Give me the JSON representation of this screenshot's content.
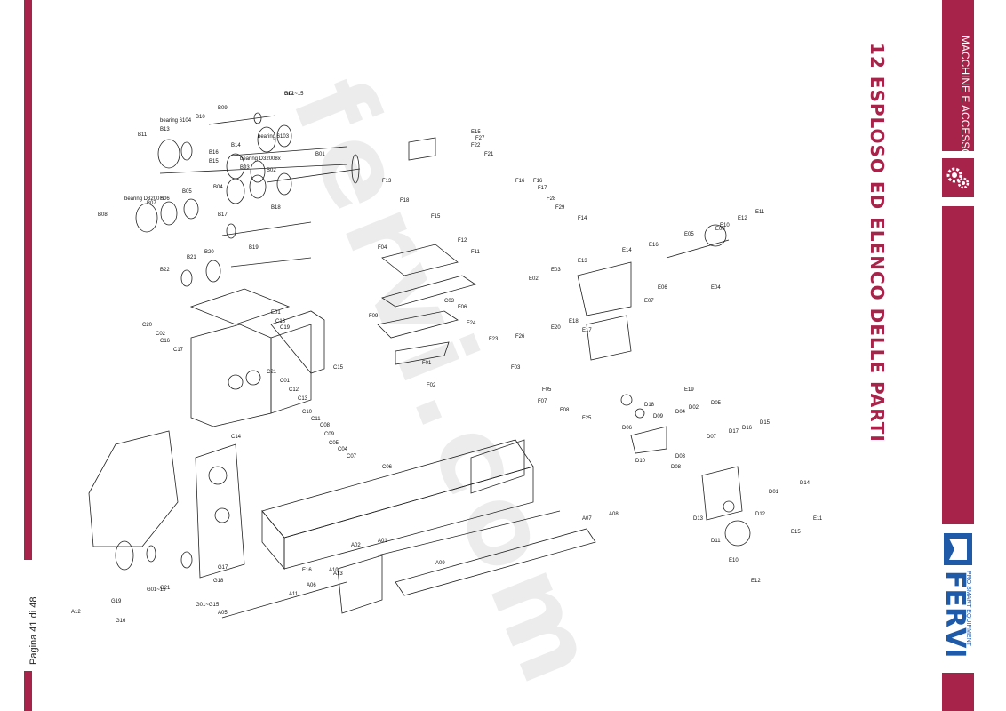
{
  "header": {
    "section_title": "12 ESPLOSO ED ELENCO DELLE PARTI",
    "category": "MACCHINE E ACCESSORI",
    "gear_icon": "gears-icon"
  },
  "brand": {
    "name": "FERVI",
    "tagline": "PRO SMART EQUIPMENT",
    "accent": "#a8234a",
    "brand_blue": "#1f5aa8"
  },
  "watermark": "fervi.com",
  "footer": {
    "page": "Pagina 41 di 48"
  },
  "diagram": {
    "labels": [
      "B12",
      "B09",
      "B10",
      "B13",
      "B11",
      "bearing 6104",
      "bearing 6103",
      "B14",
      "B16",
      "B15",
      "B01",
      "B03",
      "B02",
      "B04",
      "B05",
      "B06",
      "B07",
      "B08",
      "bearing D32008x",
      "bearing D32007x",
      "B17",
      "B18",
      "B19",
      "B20",
      "B21",
      "B22",
      "F16",
      "E15",
      "F27",
      "F22",
      "F21",
      "F13",
      "F18",
      "F16",
      "F17",
      "F28",
      "F29",
      "F14",
      "F15",
      "F12",
      "F11",
      "F04",
      "E16",
      "E11",
      "E12",
      "E10",
      "E08",
      "E05",
      "E14",
      "E13",
      "E03",
      "E02",
      "E06",
      "E04",
      "E07",
      "E01",
      "C18",
      "C19",
      "C20",
      "C02",
      "C16",
      "C17",
      "C15",
      "C21",
      "C01",
      "C12",
      "C13",
      "C10",
      "C11",
      "C08",
      "C09",
      "C05",
      "C04",
      "C07",
      "C06",
      "C14",
      "C03",
      "F06",
      "F09",
      "F24",
      "F23",
      "F01",
      "F02",
      "F03",
      "F05",
      "F07",
      "F08",
      "F25",
      "F26",
      "E20",
      "E17",
      "E18",
      "E19",
      "D18",
      "D09",
      "D04",
      "D02",
      "D05",
      "D06",
      "D03",
      "D08",
      "D10",
      "D07",
      "D17",
      "D16",
      "D15",
      "D01",
      "D14",
      "D13",
      "D12",
      "D11",
      "E10",
      "E12",
      "E11",
      "E15",
      "E16",
      "A01",
      "A02",
      "A07",
      "A08",
      "A09",
      "A13",
      "A10",
      "A06",
      "A11",
      "A05",
      "A12",
      "G19",
      "G01~15",
      "G21",
      "G17",
      "G18",
      "G16",
      "G01~G15",
      "G01~15"
    ]
  }
}
